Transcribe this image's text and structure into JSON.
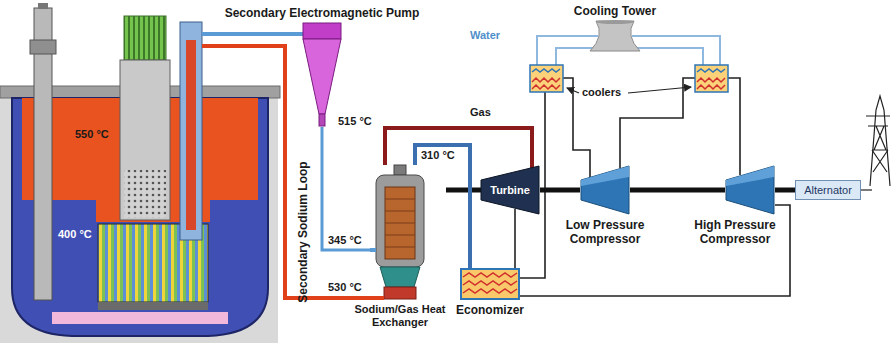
{
  "diagram": {
    "nodes": [
      {
        "text": [
          "Secondary Electromagnetic Pump"
        ]
      },
      {
        "text": [
          "Cooling Tower"
        ]
      },
      {
        "text": [
          "Sodium/Gas Heat Exchanger"
        ]
      },
      {
        "text": [
          "Turbine"
        ]
      },
      {
        "text": [
          "Economizer"
        ]
      },
      {
        "text": [
          "Low Pressure Compressor"
        ]
      },
      {
        "text": [
          "High Pressure Compressor"
        ]
      },
      {
        "text": [
          "Alternator"
        ]
      }
    ],
    "edges": [
      {
        "from": 0,
        "to": 2,
        "arrow": "none"
      },
      {
        "from": 2,
        "to": 3,
        "arrow": "none"
      },
      {
        "from": 4,
        "to": 2,
        "arrow": "none"
      },
      {
        "from": 3,
        "to": 4,
        "arrow": "none"
      },
      {
        "from": 6,
        "to": 4,
        "arrow": "none"
      },
      {
        "from": 3,
        "to": 5,
        "arrow": "none"
      },
      {
        "from": 5,
        "to": 6,
        "arrow": "none"
      },
      {
        "from": 6,
        "to": 7,
        "arrow": "none"
      }
    ],
    "labels": [
      "Water",
      "coolers",
      "Gas",
      "550 °C",
      "400 °C",
      "515 °C",
      "310 °C",
      "345 °C",
      "530 °C",
      "Secondary Sodium Loop"
    ]
  }
}
